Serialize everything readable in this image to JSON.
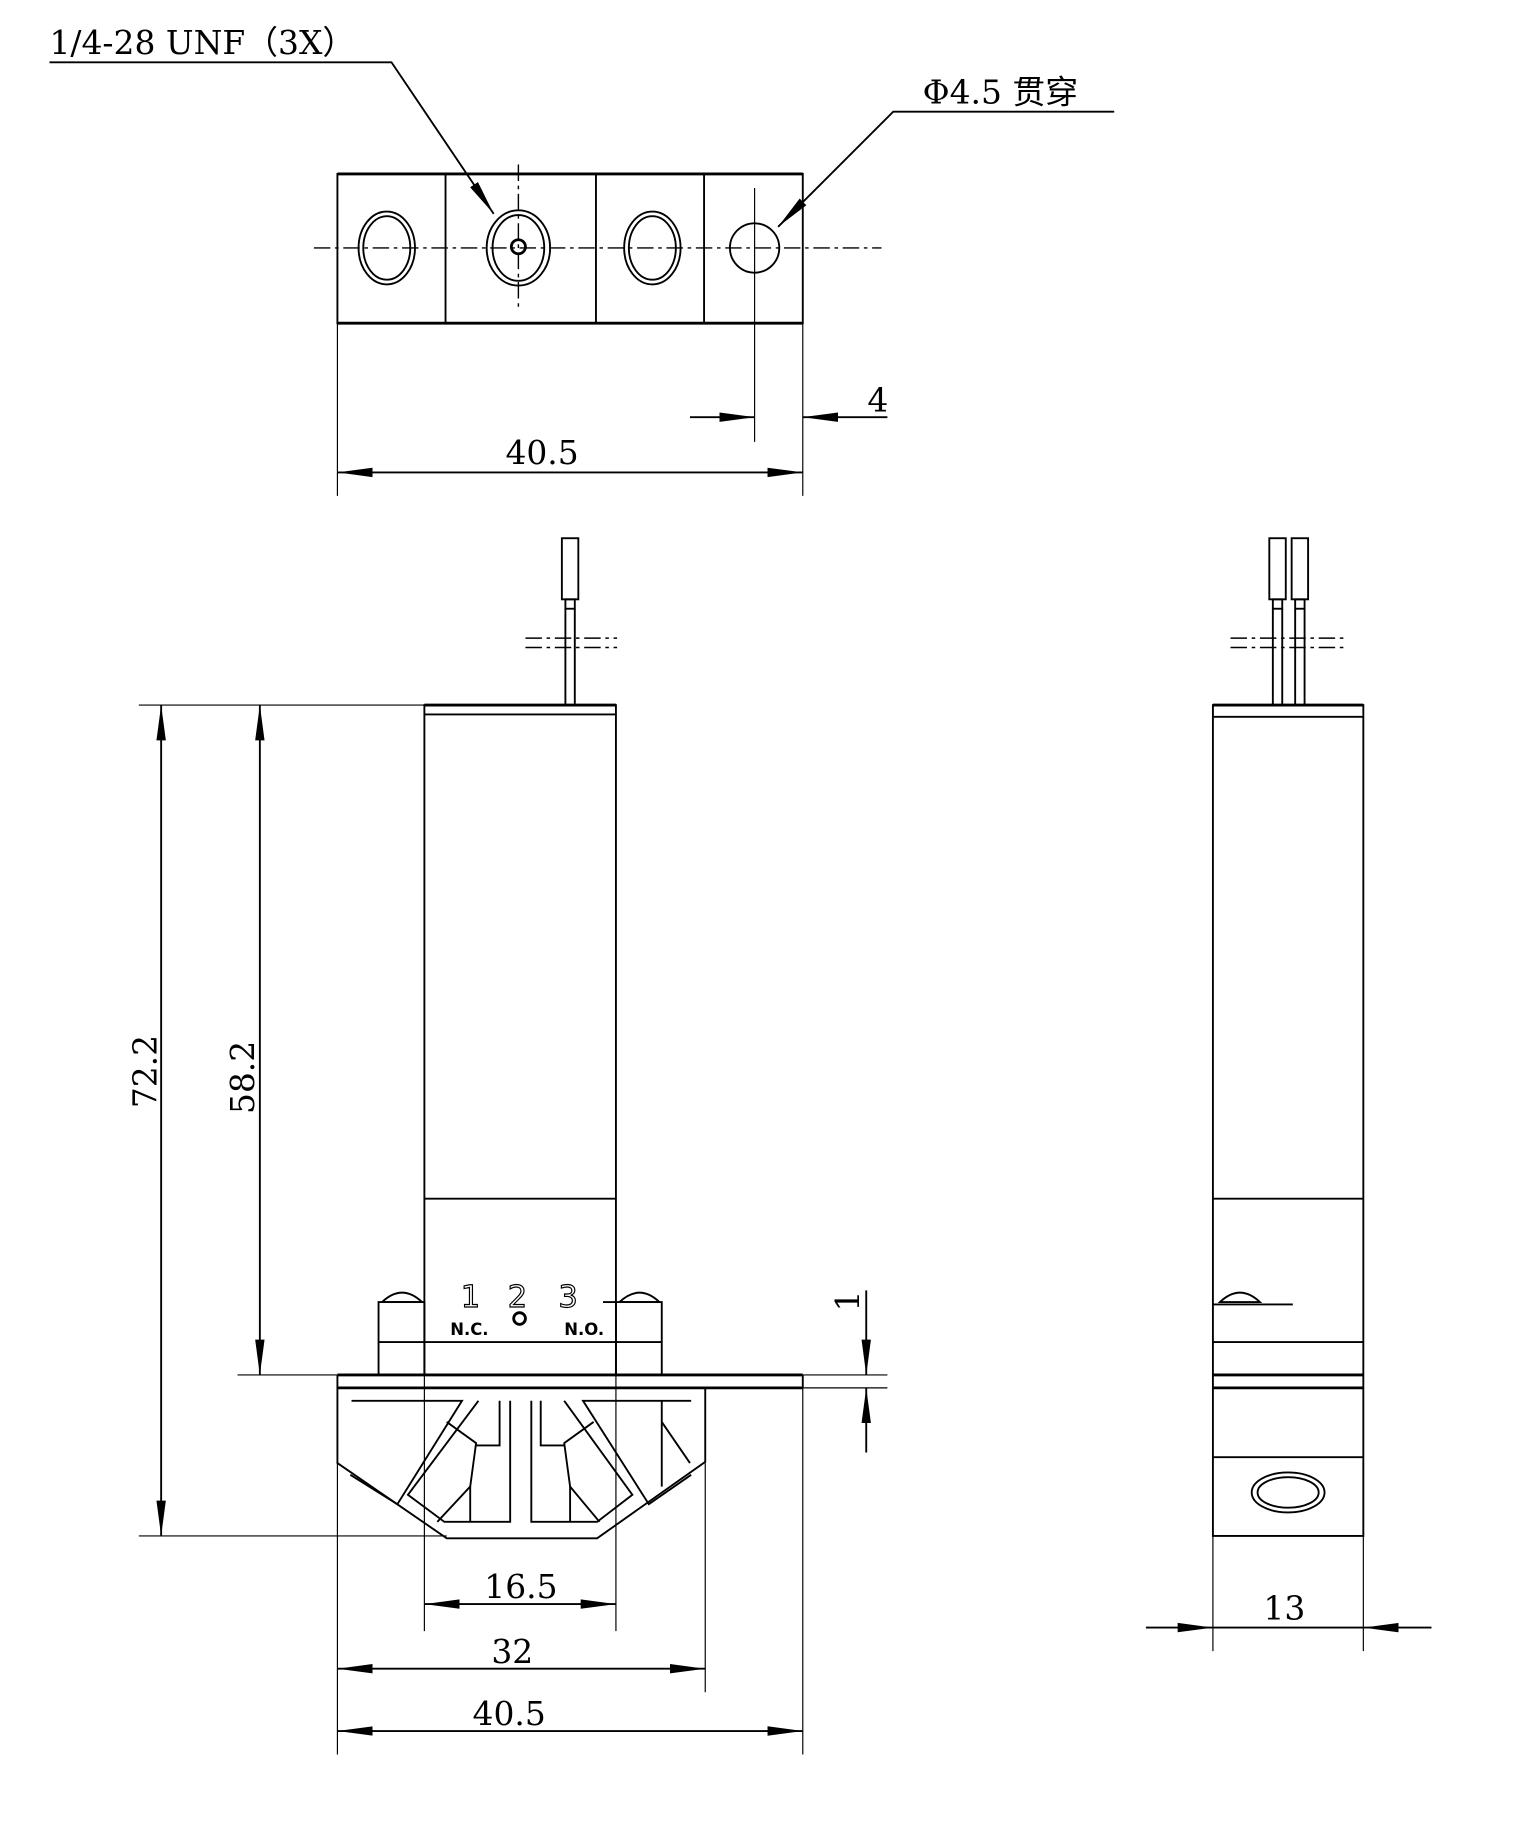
{
  "callouts": {
    "thread": "1/4-28 UNF（3X）",
    "through_hole": "Φ4.5 贯穿"
  },
  "dimensions": {
    "top_offset": "4",
    "top_width": "40.5",
    "total_height": "72.2",
    "body_height": "58.2",
    "plate_thickness": "1",
    "body_width": "16.5",
    "base_width": "32",
    "plate_width": "40.5",
    "side_width": "13"
  },
  "ports": {
    "p1": "1",
    "p1_label": "N.C.",
    "p2": "2",
    "p3": "3",
    "p3_label": "N.O."
  }
}
